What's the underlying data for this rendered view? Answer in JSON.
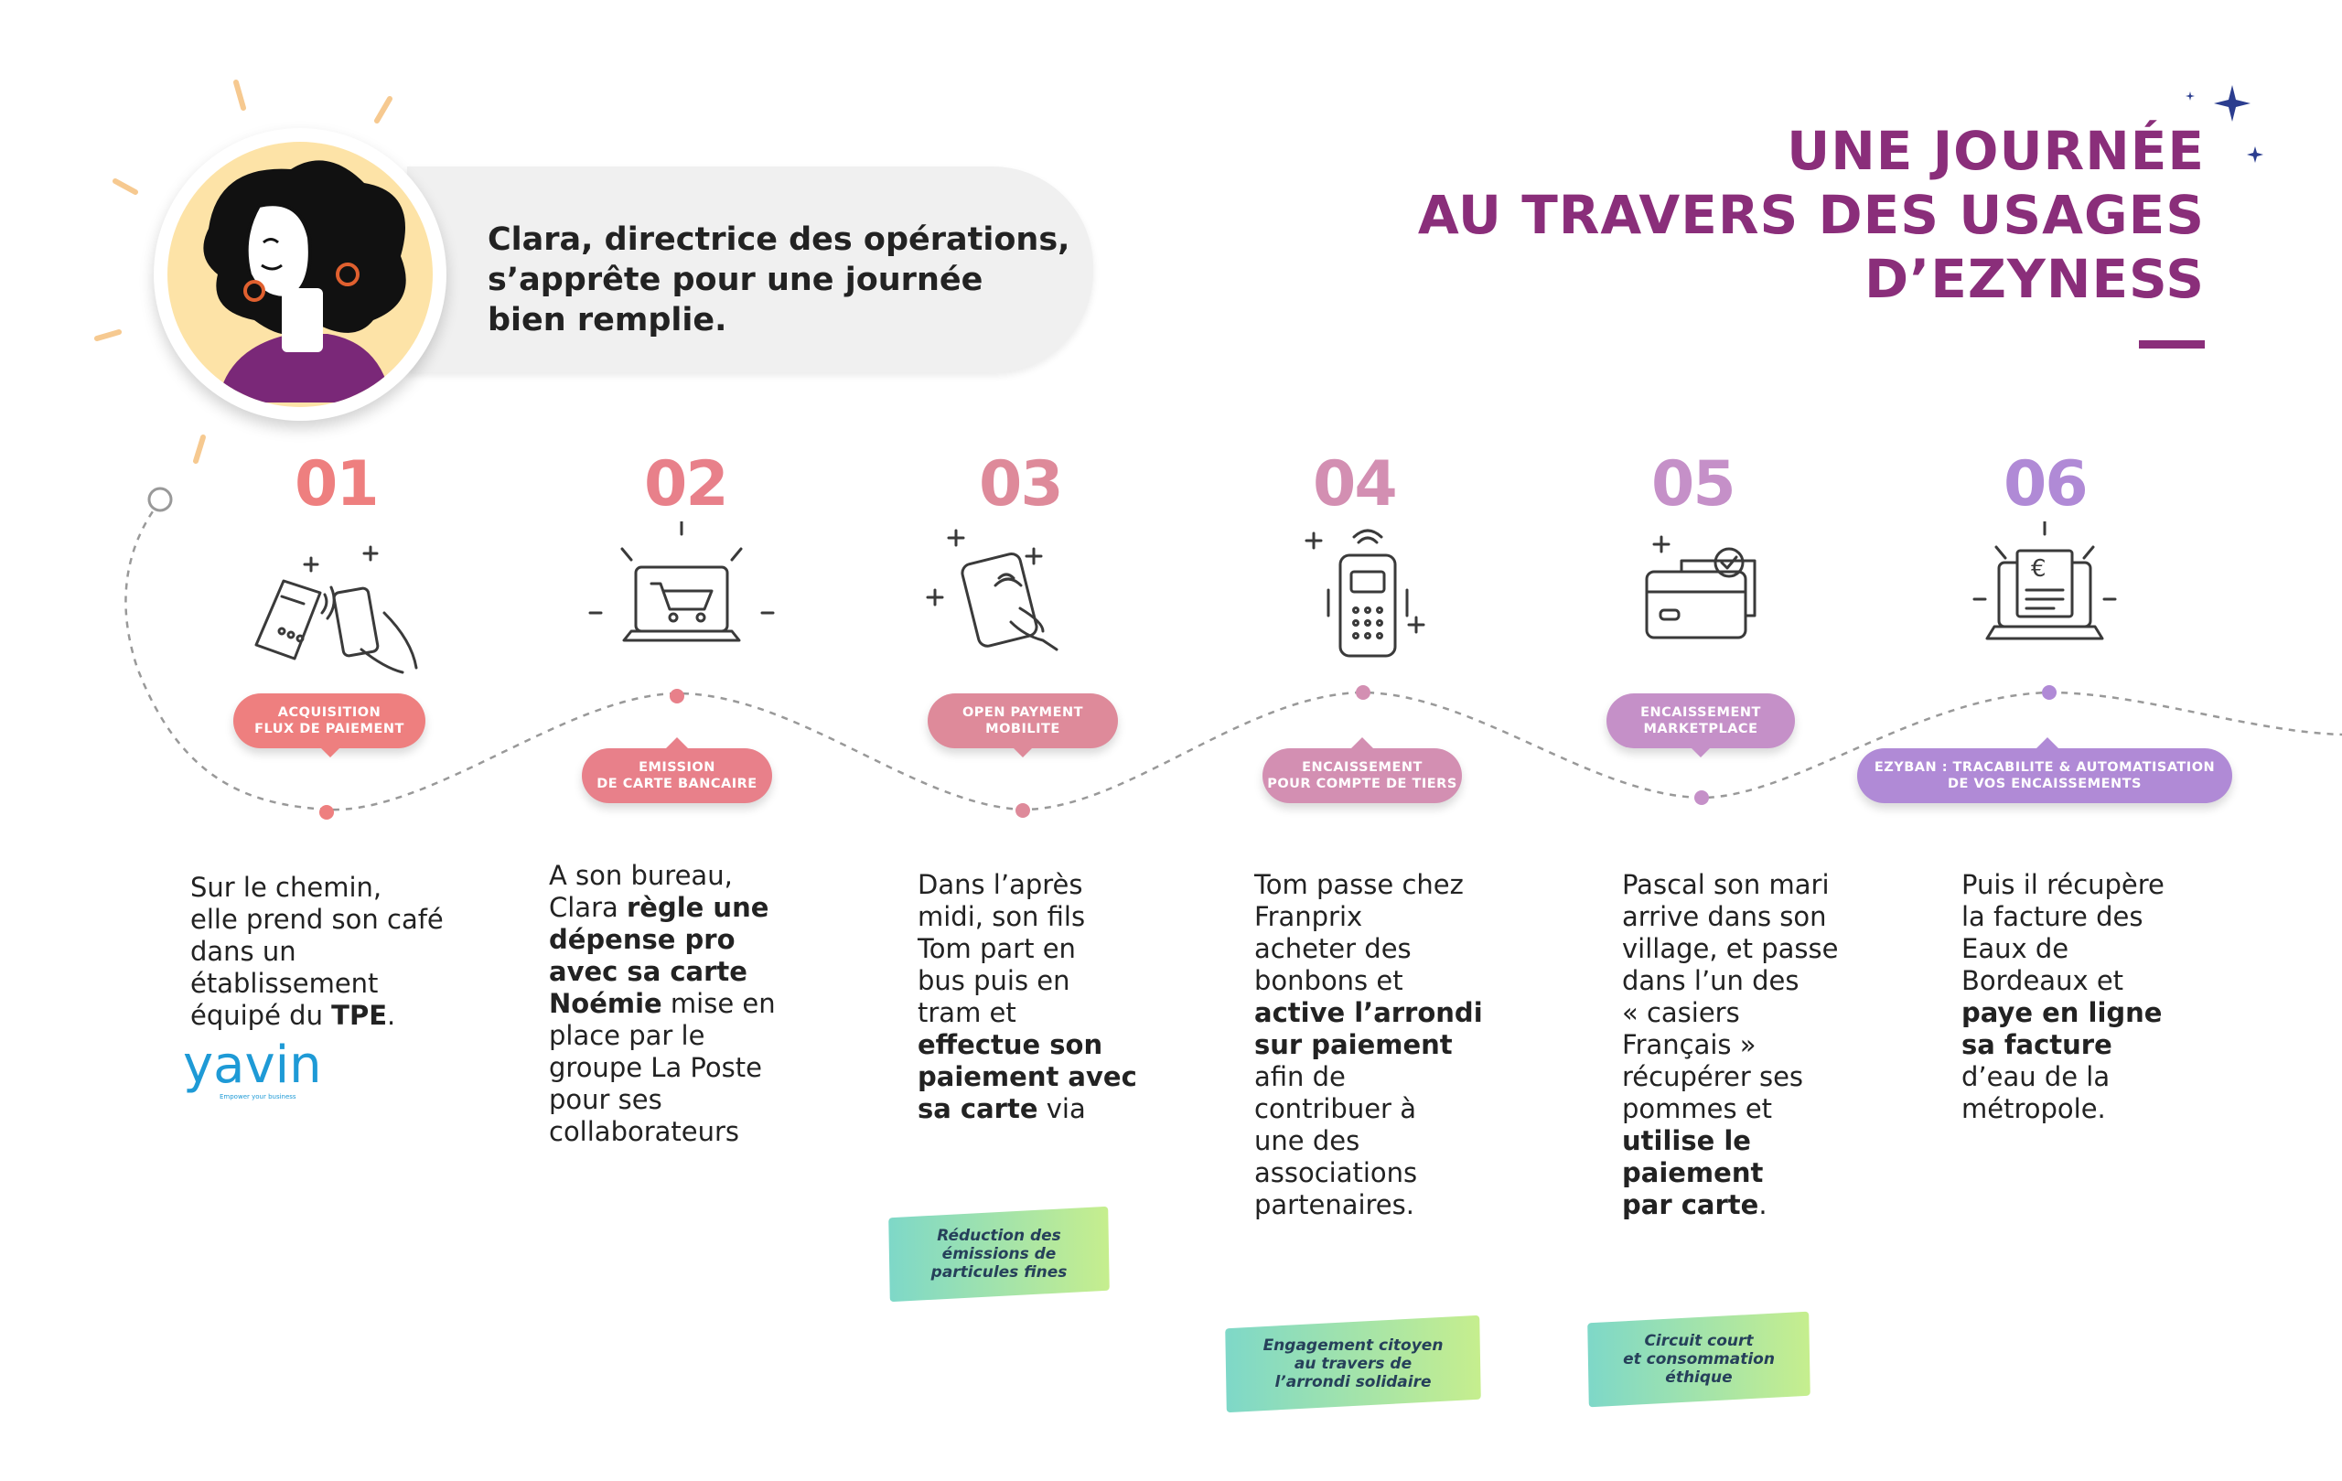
{
  "title": {
    "line1": "UNE JOURNÉE",
    "line2": "AU TRAVERS DES USAGES",
    "line3": "D’EZYNESS"
  },
  "intro": {
    "line1": "Clara, directrice des opérations,",
    "line2": "s’apprête pour une journée",
    "line3": "bien remplie."
  },
  "colors": {
    "title": "#8a2e7a",
    "step1": "#ee7f7f",
    "step2": "#e8808a",
    "step3": "#de8a9a",
    "step4": "#d38fb2",
    "step5": "#c590c8",
    "step6": "#b08ad6"
  },
  "steps": [
    {
      "num": "01",
      "label": "ACQUISITION\nFLUX DE PAIEMENT",
      "icon": "payment-terminal-phone-icon"
    },
    {
      "num": "02",
      "label": "EMISSION\nDE CARTE BANCAIRE",
      "icon": "laptop-cart-icon"
    },
    {
      "num": "03",
      "label": "OPEN PAYMENT\nMOBILITE",
      "icon": "contactless-card-hand-icon"
    },
    {
      "num": "04",
      "label": "ENCAISSEMENT\nPOUR COMPTE DE TIERS",
      "icon": "card-terminal-icon"
    },
    {
      "num": "05",
      "label": "ENCAISSEMENT\nMARKETPLACE",
      "icon": "wallet-card-check-icon"
    },
    {
      "num": "06",
      "label": "EZYBAN : TRACABILITE & AUTOMATISATION\nDE VOS ENCAISSEMENTS",
      "icon": "laptop-invoice-euro-icon"
    }
  ],
  "desc1": {
    "t1": "Sur le chemin,",
    "t2": "elle prend son café",
    "t3": "dans un",
    "t4": "établissement",
    "t5": "équipé du ",
    "b1": "TPE",
    "t6": "."
  },
  "desc2": {
    "t1": "A son bureau,",
    "t2": "Clara ",
    "b1": "règle une",
    "b2": "dépense pro",
    "b3": "avec sa carte",
    "b4": "Noémie",
    "t3": " mise en",
    "t4": "place par le",
    "t5": "groupe La Poste",
    "t6": "pour ses",
    "t7": "collaborateurs"
  },
  "desc3": {
    "t1": "Dans l’après",
    "t2": "midi, son fils",
    "t3": "Tom part en",
    "t4": "bus puis en",
    "t5": "tram et",
    "b1": "effectue son",
    "b2": "paiement avec",
    "b3": "sa carte",
    "t6": " via"
  },
  "desc4": {
    "t1": "Tom passe chez",
    "t2": "Franprix",
    "t3": "acheter des",
    "t4": "bonbons et",
    "b1": "active l’arrondi",
    "b2": "sur paiement",
    "t5": "afin de",
    "t6": "contribuer à",
    "t7": "une des",
    "t8": "associations",
    "t9": "partenaires."
  },
  "desc5": {
    "t1": "Pascal son mari",
    "t2": "arrive dans son",
    "t3": "village, et passe",
    "t4": "dans l’un des",
    "t5": "« casiers",
    "t6": "Français »",
    "t7": "récupérer ses",
    "t8": "pommes et",
    "b1": "utilise le",
    "b2": "paiement",
    "b3": "par carte",
    "t9": "."
  },
  "desc6": {
    "t1": "Puis il récupère",
    "t2": "la facture des",
    "t3": "Eaux de",
    "t4": "Bordeaux et",
    "b1": "paye en ligne",
    "b2": "sa facture",
    "t5": "d’eau de la",
    "t6": "métropole."
  },
  "logo": {
    "name": "yavin",
    "tagline": "Empower your business"
  },
  "tags": {
    "tag1": {
      "l1": "Réduction des",
      "l2": "émissions de",
      "l3": "particules fines"
    },
    "tag2": {
      "l1": "Engagement citoyen",
      "l2": "au travers de",
      "l3": "l’arrondi solidaire"
    },
    "tag3": {
      "l1": "Circuit court",
      "l2": "et consommation",
      "l3": "éthique"
    }
  }
}
